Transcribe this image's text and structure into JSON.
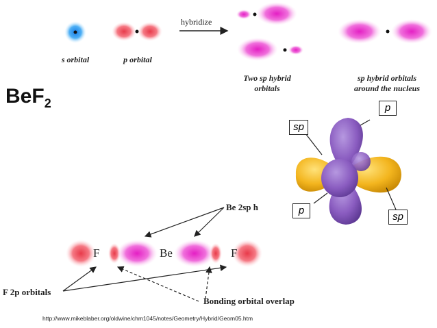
{
  "top": {
    "s_label": "s orbital",
    "p_label": "p orbital",
    "arrow_label": "hybridize",
    "two_sp_line1": "Two sp hybrid",
    "two_sp_line2": "orbitals",
    "around_line1": "sp hybrid orbitals",
    "around_line2": "around the nucleus"
  },
  "title": {
    "main": "BeF",
    "sub": "2"
  },
  "model3d": {
    "sp_label": "sp",
    "p_label": "p"
  },
  "bonding": {
    "atom_F": "F",
    "atom_Be": "Be",
    "label_be2sp": "Be 2sp h",
    "label_f2p": "F 2p orbitals",
    "label_overlap": "Bonding orbital overlap"
  },
  "source_url": "http://www.mikeblaber.org/oldwine/chm1045/notes/Geometry/Hybrid/Geom05.htm",
  "colors": {
    "s_orbital": "#3aa0f0",
    "p_orbital": "#ee5566",
    "sp_hybrid": "#ee33cc",
    "p_lobe_3d": "#8a5cc0",
    "sp_lobe_3d": "#f0b020"
  }
}
